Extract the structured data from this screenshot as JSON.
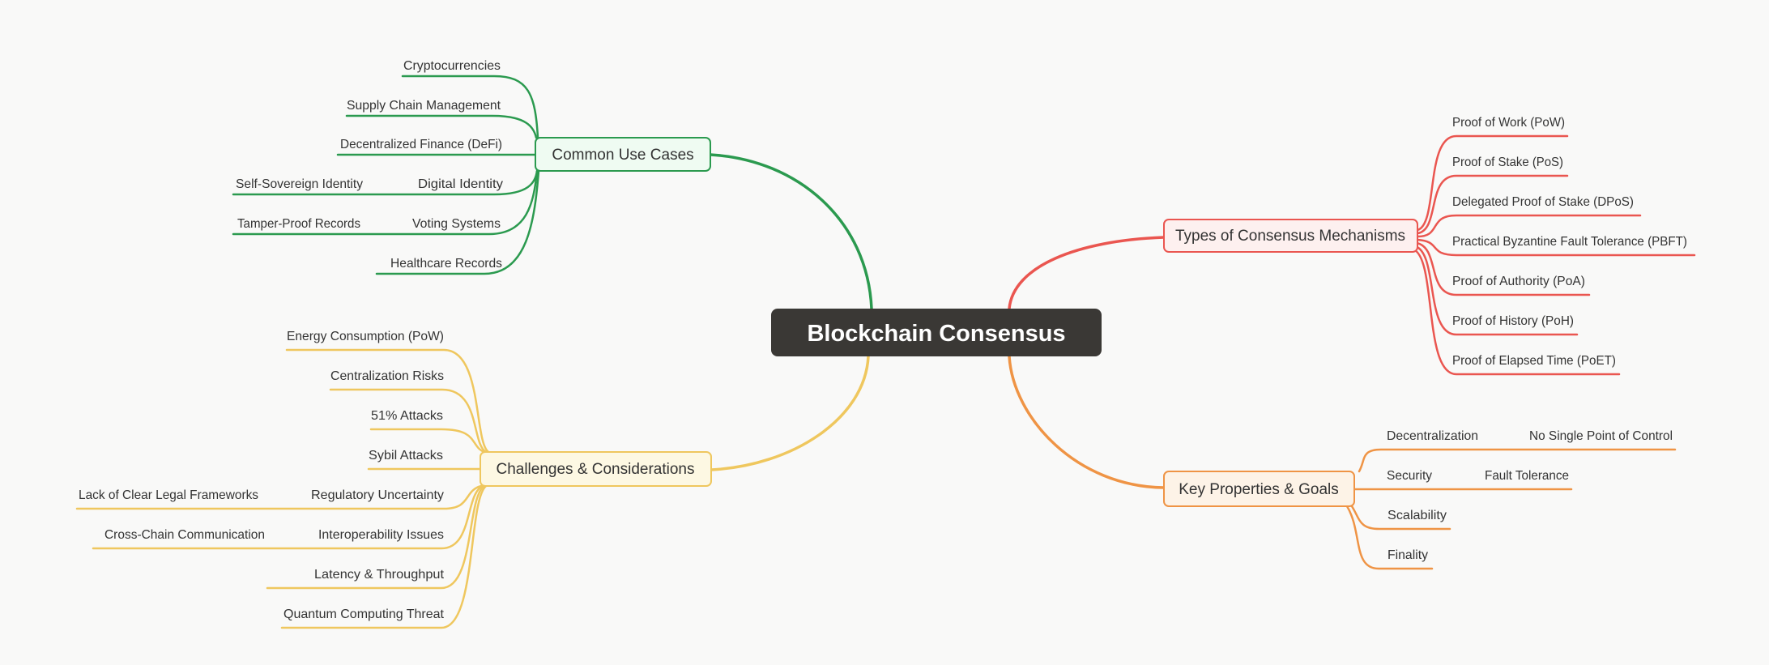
{
  "canvas": {
    "background": "#f9f9f8"
  },
  "center": {
    "label": "Blockchain Consensus",
    "bg": "#3a3835",
    "text_color": "#ffffff"
  },
  "branches": [
    {
      "id": "use-cases",
      "label": "Common Use Cases",
      "color": "#2b9a4f",
      "fill": "#effbf2",
      "children": [
        {
          "label": "Cryptocurrencies"
        },
        {
          "label": "Supply Chain Management"
        },
        {
          "label": "Decentralized Finance (DeFi)"
        },
        {
          "label": "Digital Identity",
          "children": [
            {
              "label": "Self-Sovereign Identity"
            }
          ]
        },
        {
          "label": "Voting Systems",
          "children": [
            {
              "label": "Tamper-Proof Records"
            }
          ]
        },
        {
          "label": "Healthcare Records"
        }
      ]
    },
    {
      "id": "types",
      "label": "Types of Consensus Mechanisms",
      "color": "#ea5650",
      "fill": "#fdf0ef",
      "children": [
        {
          "label": "Proof of Work (PoW)"
        },
        {
          "label": "Proof of Stake (PoS)"
        },
        {
          "label": "Delegated Proof of Stake (DPoS)"
        },
        {
          "label": "Practical Byzantine Fault Tolerance (PBFT)"
        },
        {
          "label": "Proof of Authority (PoA)"
        },
        {
          "label": "Proof of History (PoH)"
        },
        {
          "label": "Proof of Elapsed Time (PoET)"
        }
      ]
    },
    {
      "id": "challenges",
      "label": "Challenges & Considerations",
      "color": "#efc75e",
      "fill": "#fdf8e3",
      "children": [
        {
          "label": "Energy Consumption (PoW)"
        },
        {
          "label": "Centralization Risks"
        },
        {
          "label": "51% Attacks"
        },
        {
          "label": "Sybil Attacks"
        },
        {
          "label": "Regulatory Uncertainty",
          "children": [
            {
              "label": "Lack of Clear Legal Frameworks"
            }
          ]
        },
        {
          "label": "Interoperability Issues",
          "children": [
            {
              "label": "Cross-Chain Communication"
            }
          ]
        },
        {
          "label": "Latency & Throughput"
        },
        {
          "label": "Quantum Computing Threat"
        }
      ]
    },
    {
      "id": "properties",
      "label": "Key Properties & Goals",
      "color": "#ef9445",
      "fill": "#fdf3e7",
      "children": [
        {
          "label": "Decentralization",
          "children": [
            {
              "label": "No Single Point of Control"
            }
          ]
        },
        {
          "label": "Security",
          "children": [
            {
              "label": "Fault Tolerance"
            }
          ]
        },
        {
          "label": "Scalability"
        },
        {
          "label": "Finality"
        }
      ]
    }
  ]
}
